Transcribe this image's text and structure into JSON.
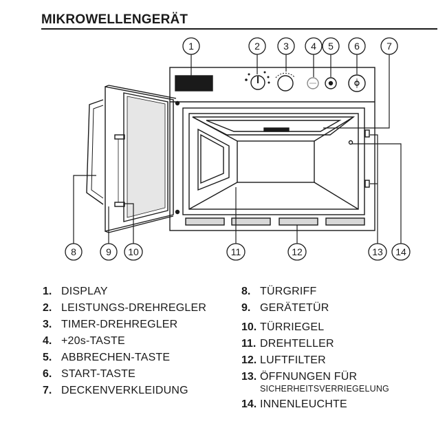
{
  "title": "MIKROWELLENGERÄT",
  "callouts": [
    "1",
    "2",
    "3",
    "4",
    "5",
    "6",
    "7",
    "8",
    "9",
    "10",
    "11",
    "12",
    "13",
    "14"
  ],
  "legend_left": [
    {
      "num": "1.",
      "label": "DISPLAY"
    },
    {
      "num": "2.",
      "label": "LEISTUNGS-DREHREGLER"
    },
    {
      "num": "3.",
      "label": "TIMER-DREHREGLER"
    },
    {
      "num": "4.",
      "label": "+20s-TASTE"
    },
    {
      "num": "5.",
      "label": "ABBRECHEN-TASTE"
    },
    {
      "num": "6.",
      "label": "START-TASTE"
    },
    {
      "num": "7.",
      "label": "DECKENVERKLEIDUNG"
    }
  ],
  "legend_right": [
    {
      "num": "8.",
      "label": "TÜRGRIFF"
    },
    {
      "num": "9.",
      "label": "GERÄTETÜR"
    },
    {
      "num": "10.",
      "label": "TÜRRIEGEL"
    },
    {
      "num": "11.",
      "label": "DREHTELLER"
    },
    {
      "num": "12.",
      "label": "LUFTFILTER"
    },
    {
      "num": "13.",
      "label": "ÖFFNUNGEN FÜR",
      "label2": "SICHERHEITSVERRIEGELUNG"
    },
    {
      "num": "14.",
      "label": "INNENLEUCHTE"
    }
  ]
}
